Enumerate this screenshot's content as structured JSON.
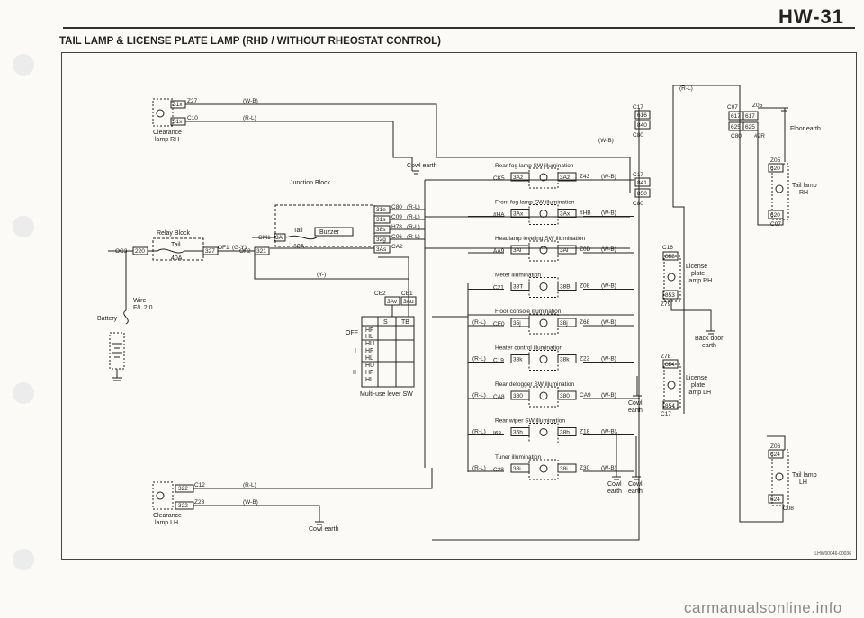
{
  "header": {
    "page": "HW-31",
    "title": "TAIL LAMP & LICENSE PLATE LAMP (RHD / WITHOUT RHEOSTAT CONTROL)"
  },
  "footer": {
    "watermark": "carmanualsonline.info",
    "ref": "LHW00046-00036"
  },
  "labels": {
    "clearance_rh": [
      "Clearance",
      "lamp RH"
    ],
    "clearance_lh": [
      "Clearance",
      "lamp LH"
    ],
    "junction_block": "Junction Block",
    "tail_fuse": "Tail",
    "tail_amp": "10A",
    "buzzer": "Buzzer",
    "relay_block": "Relay Block",
    "relay_tail": "Tail",
    "relay_amp": "40A",
    "wire": [
      "Wire",
      "F/L 2.0"
    ],
    "battery": "Battery",
    "cowl_earth": "Cowl earth",
    "cowl_earth_stack": [
      "Cowl",
      "earth"
    ],
    "floor_earth": "Floor earth",
    "back_door_earth": [
      "Back door",
      "earth"
    ],
    "tail_lamp_rh": [
      "Tail lamp",
      "RH"
    ],
    "tail_lamp_lh": [
      "Tail lamp",
      "LH"
    ],
    "license_rh": [
      "License",
      "plate",
      "lamp RH"
    ],
    "license_lh": [
      "License",
      "plate",
      "lamp LH"
    ],
    "multi_use": "Multi-use lever SW",
    "sw_modes": [
      "OFF",
      "I",
      "II"
    ],
    "sw_rows": [
      "HF",
      "HL",
      "HU"
    ],
    "sw_head": [
      "S",
      "TB"
    ]
  },
  "wires": {
    "wb": "(W-B)",
    "rl": "(R-L)",
    "gy": "(G-Y)",
    "y": "(Y-)"
  },
  "connectors": {
    "c31x": "31x",
    "z27": "Z27",
    "c31x2": "31x",
    "c10": "C10",
    "c322a": "322",
    "c12": "C12",
    "c322b": "322",
    "z28": "Z28",
    "oc3": "OC3",
    "c220": "220",
    "c327": "327",
    "of1": "OF1",
    "of2": "OF2",
    "c321": "321",
    "cm1": "CM1",
    "c3ai": "3Ai",
    "c31e": "31e",
    "c80": "C80",
    "c31s": "31s",
    "c09": "C09",
    "c38s": "38s",
    "h78": "H78",
    "c32g": "32g",
    "c06": "C06",
    "c3as": "3As",
    "ca2": "CA2",
    "ce2": "CE2",
    "ce1": "CE1",
    "c3av": "3Av",
    "c3au": "3Au",
    "c17a": "C17",
    "c616": "616",
    "c840": "840",
    "c80b": "C80",
    "c17b": "C17",
    "c841": "841",
    "c850": "850",
    "c80c": "C80",
    "c07": "C07",
    "c617a": "617",
    "c617b": "617",
    "z05": "Z05",
    "c625a": "625",
    "c625b": "625",
    "c80d": "C80",
    "c2r": "#2R",
    "z05b": "Z05",
    "c620a": "620",
    "c620b": "620",
    "c07b": "C07",
    "c16": "C16",
    "c853a": "853",
    "c853b": "853",
    "z79": "Z79",
    "z78": "Z78",
    "c854a": "854",
    "c854b": "854",
    "c17c": "C17",
    "z06": "Z06",
    "c624a": "624",
    "c624b": "624",
    "c08": "C08"
  },
  "illuminations": [
    {
      "name": "Rear fog lamp SW illumination",
      "left": "CK5",
      "lc": "3Az",
      "rc": "3Az",
      "right": "Z43",
      "wire": "(W-B)",
      "side": ""
    },
    {
      "name": "Front fog lamp SW illumination",
      "left": "#HA",
      "lc": "3Ax",
      "rc": "3Ax",
      "right": "#HB",
      "wire": "(W-B)",
      "side": ""
    },
    {
      "name": "Headlamp leveling SW illumination",
      "left": "AA9",
      "lc": "3Al",
      "rc": "3Al",
      "right": "Z0D",
      "wire": "(W-B)",
      "side": ""
    },
    {
      "name": "Meter illumination",
      "left": "C21",
      "lc": "38T",
      "rc": "38B",
      "right": "Z08",
      "wire": "(W-B)",
      "side": ""
    },
    {
      "name": "Floor console illumination",
      "left": "CE0",
      "lc": "35j",
      "rc": "38j",
      "right": "Z68",
      "wire": "(W-B)",
      "side": "(R-L)"
    },
    {
      "name": "Heater control illumination",
      "left": "C19",
      "lc": "38k",
      "rc": "38k",
      "right": "Z23",
      "wire": "(W-B)",
      "side": "(R-L)"
    },
    {
      "name": "Rear defogger SW illumination",
      "left": "CA8",
      "lc": "380",
      "rc": "380",
      "right": "CA9",
      "wire": "(W-B)",
      "side": "(R-L)"
    },
    {
      "name": "Rear wiper SW illumination",
      "left": "I68",
      "lc": "36h",
      "rc": "38h",
      "right": "Z18",
      "wire": "(W-B)",
      "side": "(R-L)"
    },
    {
      "name": "Tuner illumination",
      "left": "C28",
      "lc": "38i",
      "rc": "38i",
      "right": "Z30",
      "wire": "(W-B)",
      "side": "(R-L)"
    }
  ]
}
